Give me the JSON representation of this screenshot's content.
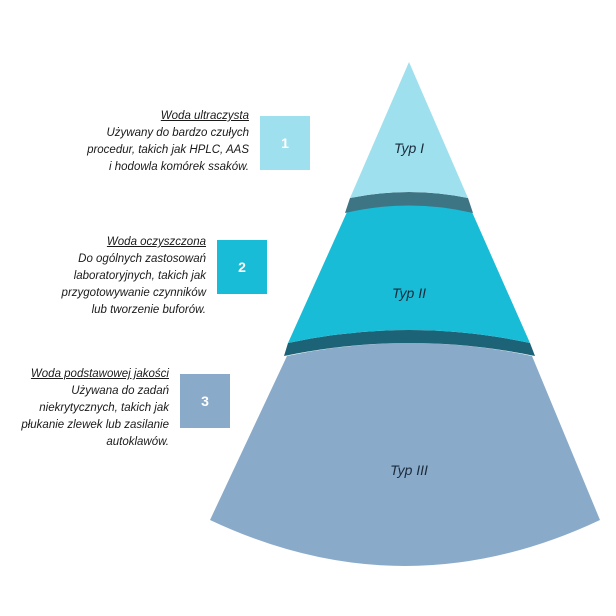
{
  "colors": {
    "tier1": "#9fe0ee",
    "tier2": "#19bcd6",
    "tier3": "#8aaaca",
    "band1": "#3e7585",
    "band2": "#1d6377"
  },
  "tiers": [
    {
      "number": "1",
      "label": "Typ I",
      "title": "Woda ultraczysta",
      "lines": [
        "Używany do bardzo czułych",
        "procedur, takich jak HPLC, AAS",
        "i hodowla komórek ssaków."
      ]
    },
    {
      "number": "2",
      "label": "Typ II",
      "title": "Woda oczyszczona",
      "lines": [
        "Do ogólnych zastosowań",
        "laboratoryjnych, takich jak",
        "przygotowywanie czynników",
        "lub tworzenie buforów."
      ]
    },
    {
      "number": "3",
      "label": "Typ III",
      "title": "Woda podstawowej jakości",
      "lines": [
        "Używana do zadań",
        "niekrytycznych, takich jak",
        "płukanie zlewek lub zasilanie",
        "autoklawów."
      ]
    }
  ]
}
